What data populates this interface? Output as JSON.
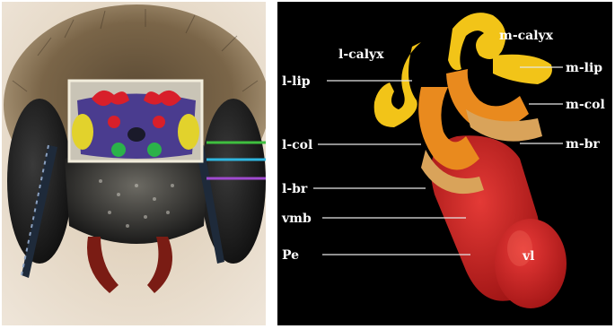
{
  "figure": {
    "left_panel": {
      "content": "photo of bee head with brain overlay",
      "indicator_line_colors": [
        "#3fbf3f",
        "#2fb6e0",
        "#a04ad0"
      ]
    },
    "right_panel": {
      "labels": {
        "l_calyx": "l-calyx",
        "m_calyx": "m-calyx",
        "l_lip": "l-lip",
        "m_lip": "m-lip",
        "m_col": "m-col",
        "l_col": "l-col",
        "m_br": "m-br",
        "l_br": "l-br",
        "vmb": "vmb",
        "pe": "Pe",
        "vl": "vl"
      }
    }
  },
  "colors": {
    "calyx_yellow": "#f2c418",
    "collar_orange": "#e98a1e",
    "basal_ring": "#d9a35a",
    "peduncle_red": "#c81e1e",
    "vertical_lobe": "#d62626"
  }
}
